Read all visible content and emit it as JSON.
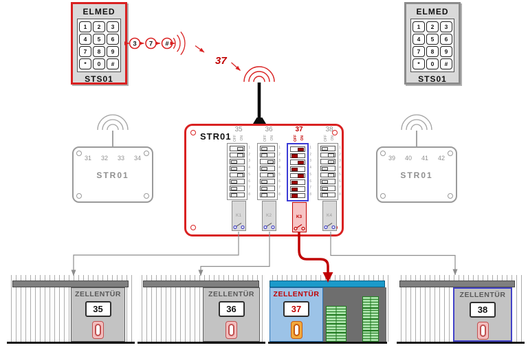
{
  "colors": {
    "accent_red": "#d92121",
    "dark_red": "#c00000",
    "dip_red": "#a00000",
    "dip_blue_border": "#3b3bd6",
    "relay_pink": "#f6c4c4",
    "panel_gray": "#d9d9d9",
    "text_gray": "#8f8f8f",
    "door_gray": "#c3c3c3",
    "door_text_gray": "#595959",
    "blue_door": "#9cc3e7",
    "blue_door_border": "#2e75b6",
    "blue_outline": "#4242c8",
    "teal_bar": "#1b9aca",
    "interior_gray": "#6e6e6e",
    "crate_green": "#a8e0a8",
    "crate_border": "#217a21",
    "handle_red": "#c05050",
    "handle_red_fill": "#f2bdbd",
    "handle_orange": "#c55a11",
    "handle_orange_fill": "#f2a93c"
  },
  "keypad_left": {
    "brand": "ELMED",
    "model": "STS01",
    "keys": [
      "1",
      "2",
      "3",
      "4",
      "5",
      "6",
      "7",
      "8",
      "9",
      "*",
      "0",
      "#"
    ]
  },
  "keypad_right": {
    "brand": "ELMED",
    "model": "STS01",
    "keys": [
      "1",
      "2",
      "3",
      "4",
      "5",
      "6",
      "7",
      "8",
      "9",
      "*",
      "0",
      "#"
    ]
  },
  "signal": {
    "digits": [
      "3",
      "7",
      "#"
    ],
    "code": "37"
  },
  "receiver_left": {
    "label": "STR01",
    "channels": [
      "31",
      "32",
      "33",
      "34"
    ]
  },
  "receiver_right": {
    "label": "STR01",
    "channels": [
      "39",
      "40",
      "41",
      "42"
    ]
  },
  "receiver_center": {
    "label": "STR01",
    "off_label": "OFF",
    "on_label": "ON",
    "row_numbers": "1\n2\n3\n4\n5\n6\n7\n8",
    "channels": [
      {
        "id": "35",
        "state": "normal",
        "relay": "K1",
        "switches": [
          "on",
          "on",
          "off",
          "off",
          "on",
          "off",
          "off",
          "off"
        ]
      },
      {
        "id": "36",
        "state": "normal",
        "relay": "K2",
        "switches": [
          "off",
          "off",
          "on",
          "off",
          "on",
          "off",
          "off",
          "off"
        ]
      },
      {
        "id": "37",
        "state": "active",
        "relay": "K3",
        "switches": [
          "on",
          "off",
          "on",
          "off",
          "on",
          "off",
          "off",
          "off"
        ]
      },
      {
        "id": "38",
        "state": "normal",
        "relay": "K4",
        "switches": [
          "off",
          "on",
          "on",
          "off",
          "on",
          "off",
          "off",
          "off"
        ]
      }
    ]
  },
  "doors": [
    {
      "label": "ZELLENTÜR",
      "number": "35",
      "state": "closed"
    },
    {
      "label": "ZELLENTÜR",
      "number": "36",
      "state": "closed"
    },
    {
      "label": "ZELLENTÜR",
      "number": "37",
      "state": "open"
    },
    {
      "label": "ZELLENTÜR",
      "number": "38",
      "state": "closed"
    }
  ]
}
